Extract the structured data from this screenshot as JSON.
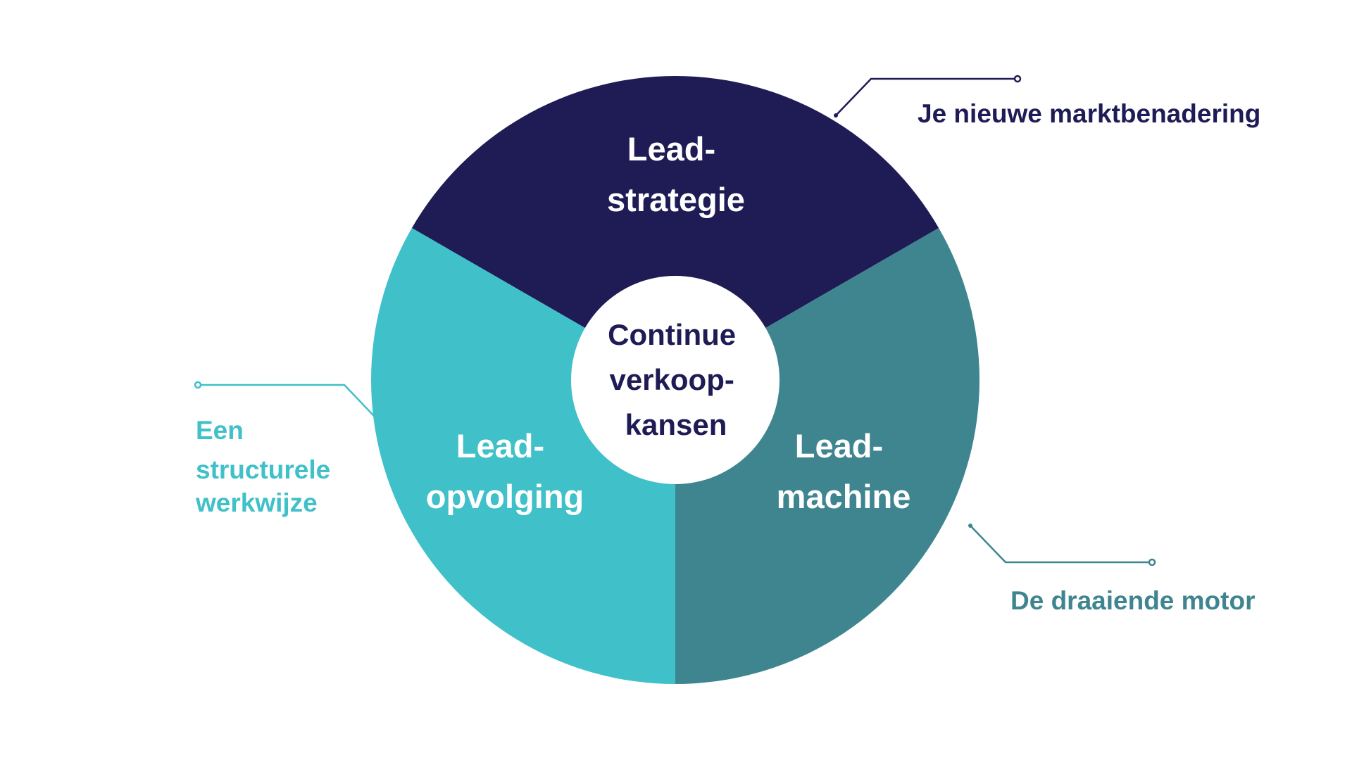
{
  "diagram": {
    "type": "segmented-circle",
    "colors": {
      "strategy": "#1f1c55",
      "followup": "#40c0c9",
      "machine": "#3f858f",
      "center_fill": "#ffffff",
      "center_text": "#1f1c55"
    },
    "center": {
      "lines": [
        "Continue",
        "verkoop-",
        "kansen"
      ]
    },
    "segments": [
      {
        "id": "strategy",
        "lines": [
          "Lead-",
          "strategie"
        ],
        "color_key": "strategy",
        "callout": {
          "lines": [
            "Je nieuwe marktbenadering"
          ]
        }
      },
      {
        "id": "followup",
        "lines": [
          "Lead-",
          "opvolging"
        ],
        "color_key": "followup",
        "callout": {
          "lines": [
            "Een",
            "structurele",
            "werkwijze"
          ]
        }
      },
      {
        "id": "machine",
        "lines": [
          "Lead-",
          "machine"
        ],
        "color_key": "machine",
        "callout": {
          "lines": [
            "De draaiende motor"
          ]
        }
      }
    ]
  }
}
